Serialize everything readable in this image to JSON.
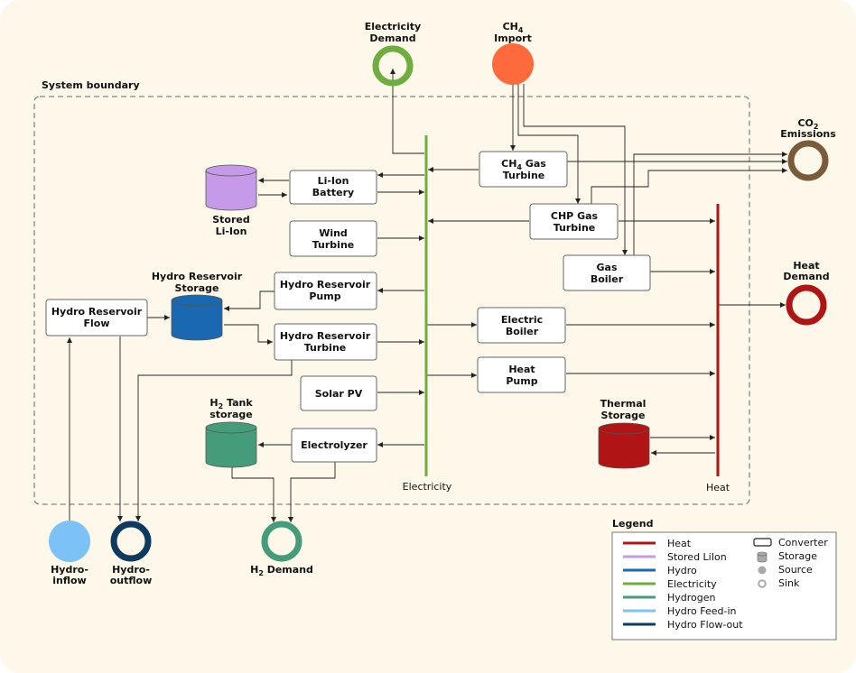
{
  "boundary_label": "System boundary",
  "sources_sinks": {
    "electricity_demand": {
      "line1": "Electricity",
      "line2": "Demand"
    },
    "ch4_import": {
      "line1_main": "CH",
      "line1_sub": "4",
      "line2": "Import"
    },
    "co2_emissions": {
      "line1_main": "CO",
      "line1_sub": "2",
      "line2": "Emissions"
    },
    "heat_demand": {
      "line1": "Heat",
      "line2": "Demand"
    },
    "hydro_inflow": {
      "line1": "Hydro-",
      "line2": "inflow"
    },
    "hydro_outflow": {
      "line1": "Hydro-",
      "line2": "outflow"
    },
    "h2_demand": {
      "main": "H",
      "sub": "2",
      "rest": " Demand"
    }
  },
  "converters": {
    "ch4_gas_turbine": {
      "line1_main": "CH",
      "line1_sub": "4",
      "line1_rest": " Gas",
      "line2": "Turbine"
    },
    "chp_gas_turbine": {
      "line1": "CHP Gas",
      "line2": "Turbine"
    },
    "gas_boiler": {
      "line1": "Gas",
      "line2": "Boiler"
    },
    "liion_battery": {
      "line1": "Li-Ion",
      "line2": "Battery"
    },
    "wind_turbine": {
      "line1": "Wind",
      "line2": "Turbine"
    },
    "hydro_reservoir_pump": {
      "line1": "Hydro Reservoir",
      "line2": "Pump"
    },
    "hydro_reservoir_turbine": {
      "line1": "Hydro Reservoir",
      "line2": "Turbine"
    },
    "hydro_reservoir_flow": {
      "line1": "Hydro Reservoir",
      "line2": "Flow"
    },
    "solar_pv": {
      "line1": "Solar PV"
    },
    "electrolyzer": {
      "line1": "Electrolyzer"
    },
    "electric_boiler": {
      "line1": "Electric",
      "line2": "Boiler"
    },
    "heat_pump": {
      "line1": "Heat",
      "line2": "Pump"
    }
  },
  "storages": {
    "stored_liion": {
      "line1": "Stored",
      "line2": "Li-Ion"
    },
    "hydro_reservoir_storage": {
      "line1": "Hydro Reservoir",
      "line2": "Storage"
    },
    "h2_tank_storage": {
      "line1_main": "H",
      "line1_sub": "2",
      "line1_rest": " Tank",
      "line2": "storage"
    },
    "thermal_storage": {
      "line1": "Thermal",
      "line2": "Storage"
    }
  },
  "buses": {
    "electricity": "Electricity",
    "heat": "Heat"
  },
  "legend": {
    "title": "Legend",
    "lines": [
      {
        "label": "Heat",
        "color": "#b01414"
      },
      {
        "label": "Stored LiIon",
        "color": "#c59ae8"
      },
      {
        "label": "Hydro",
        "color": "#1a68b0"
      },
      {
        "label": "Electricity",
        "color": "#6fae3e"
      },
      {
        "label": "Hydrogen",
        "color": "#459c7a"
      },
      {
        "label": "Hydro Feed-in",
        "color": "#7cc2f7"
      },
      {
        "label": "Hydro Flow-out",
        "color": "#0f3a5f"
      }
    ],
    "shapes": [
      {
        "label": "Converter",
        "icon": "converter-icon"
      },
      {
        "label": "Storage",
        "icon": "storage-icon"
      },
      {
        "label": "Source",
        "icon": "source-icon"
      },
      {
        "label": "Sink",
        "icon": "sink-icon"
      }
    ]
  },
  "colors": {
    "background": "#fdf8ea",
    "electricity": "#6fae3e",
    "heat": "#b01414",
    "ch4": "#ff6a3d",
    "co2": "#7a5a3a",
    "liion": "#c59ae8",
    "hydro": "#1a68b0",
    "hydrogen": "#459c7a",
    "hydro_inflow": "#7cc2f7",
    "hydro_outflow": "#0f3a5f",
    "thermal": "#b01414"
  }
}
